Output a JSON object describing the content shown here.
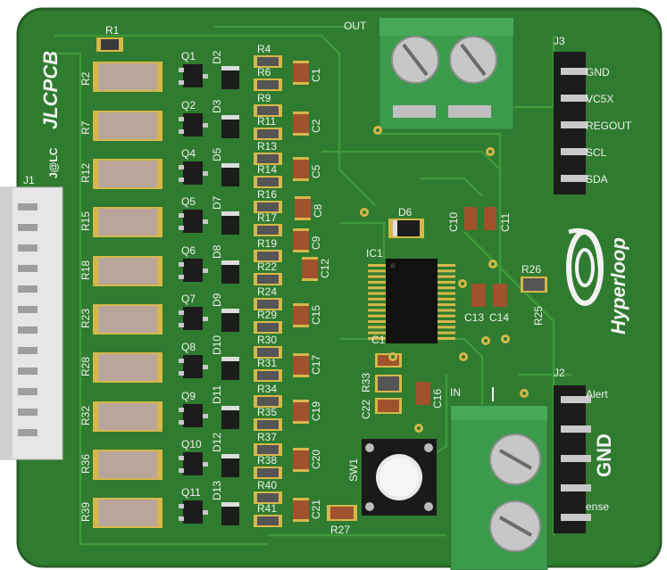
{
  "board": {
    "colors": {
      "pcb": "#2f7b2f",
      "pcb_dark": "#286a28",
      "trace": "#3f9a3a",
      "silk": "#f2f2f2",
      "pad": "#d6b84a",
      "terminal": "#3c9a4c",
      "header": "#1c1c1c",
      "pin": "#c9c9c9"
    },
    "brand": {
      "logo_text": "JLCPCB",
      "small_text": "J@LC"
    },
    "hyperloop_text": "Hyperloop",
    "connectors": {
      "out_label": "OUT",
      "in_label": "IN",
      "j1_label": "J1",
      "j3_label": "J3",
      "j3_pins": [
        "GND",
        "VC5X",
        "REGOUT",
        "SCL",
        "SDA"
      ],
      "j2_label": "J2",
      "j2_pins": [
        "Alert",
        "GND",
        "ense"
      ],
      "ic_label": "IC1",
      "sw_label": "SW1"
    },
    "resistors_left": [
      "R2",
      "R7",
      "R12",
      "R15",
      "R18",
      "R23",
      "R28",
      "R32",
      "R36",
      "R39"
    ],
    "r1": "R1",
    "transistors": [
      "Q1",
      "Q2",
      "Q4",
      "Q5",
      "Q6",
      "Q7",
      "Q8",
      "Q9",
      "Q10",
      "Q11"
    ],
    "diodes": [
      "D2",
      "D3",
      "D5",
      "D7",
      "D8",
      "D9",
      "D10",
      "D11",
      "D12",
      "D13"
    ],
    "mid_resistors": [
      "R4",
      "R6",
      "R9",
      "R11",
      "R13",
      "R14",
      "R16",
      "R17",
      "R19",
      "R22",
      "R24",
      "R29",
      "R30",
      "R31",
      "R34",
      "R35",
      "R37",
      "R38",
      "R40",
      "R41"
    ],
    "caps_right": [
      "C1",
      "C2",
      "C5",
      "C8",
      "C9",
      "C12",
      "C15",
      "C17",
      "C19",
      "C20",
      "C21"
    ],
    "misc": {
      "d6": "D6",
      "c10": "C10",
      "c11": "C11",
      "r26": "R26",
      "r25": "R25",
      "c13": "C13",
      "c14": "C14",
      "c1": "C1",
      "r33": "R33",
      "c22": "C22",
      "c16": "C16",
      "r27": "R27"
    }
  }
}
